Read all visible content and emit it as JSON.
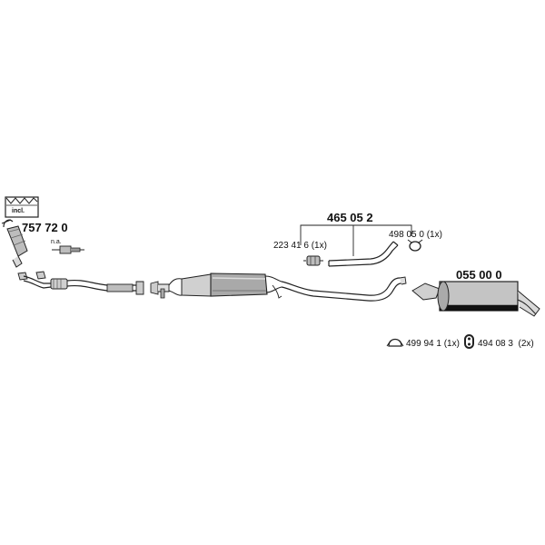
{
  "labels": {
    "incl": "incl.",
    "cat_part": "757 72 0",
    "na": "n.a.",
    "kit_part": "465 05 2",
    "clamp_left": "223 41 6 (1x)",
    "clamp_right": "498 05 0 (1x)",
    "rear_part": "055 00 0",
    "ring_part": "499 94 1 (1x)",
    "rubber_part": "494 08 3  (2x)"
  }
}
